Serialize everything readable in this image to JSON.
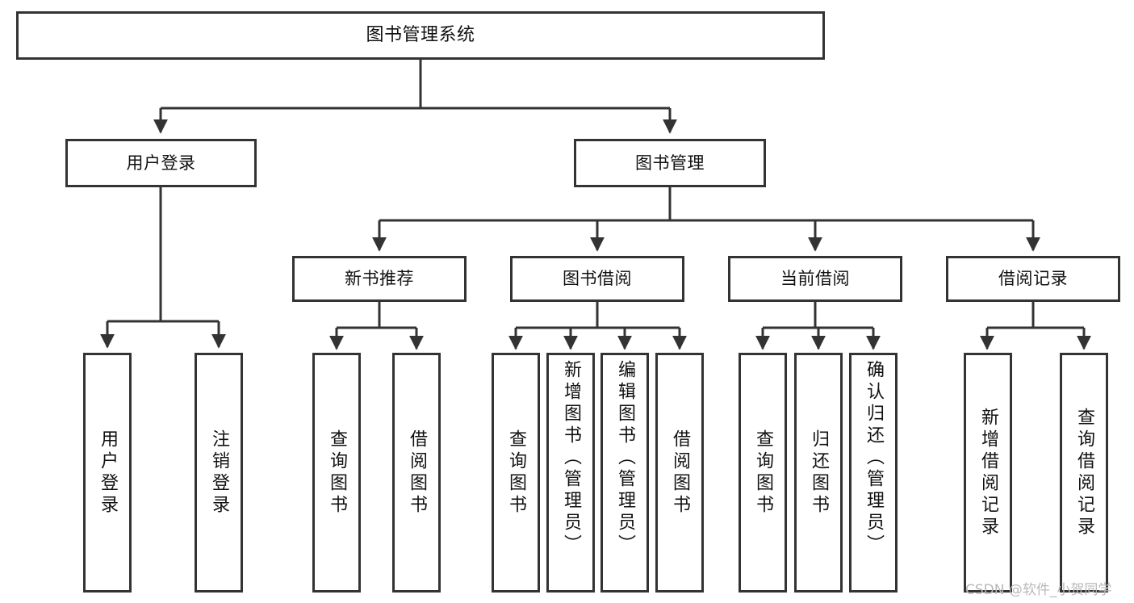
{
  "diagram": {
    "title": "图书管理系统",
    "type": "tree",
    "watermark": "CSDN @软件_小贺同学",
    "colors": {
      "border": "#333333",
      "edge": "#333333",
      "background": "#ffffff",
      "text": "#111111",
      "watermark": "#b9b9b9"
    },
    "nodes": {
      "root": {
        "label": "图书管理系统"
      },
      "level2": [
        {
          "label": "用户登录"
        },
        {
          "label": "图书管理"
        }
      ],
      "level3": [
        {
          "label": "新书推荐"
        },
        {
          "label": "图书借阅"
        },
        {
          "label": "当前借阅"
        },
        {
          "label": "借阅记录"
        }
      ],
      "leaves": {
        "user_login": [
          {
            "label": "用户登录"
          },
          {
            "label": "注销登录"
          }
        ],
        "new_book": [
          {
            "label": "查询图书"
          },
          {
            "label": "借阅图书"
          }
        ],
        "book_borrow": [
          {
            "label": "查询图书"
          },
          {
            "label": "新增图书（管理员）"
          },
          {
            "label": "编辑图书（管理员）"
          },
          {
            "label": "借阅图书"
          }
        ],
        "current_borrow": [
          {
            "label": "查询图书"
          },
          {
            "label": "归还图书"
          },
          {
            "label": "确认归还（管理员）"
          }
        ],
        "borrow_record": [
          {
            "label": "新增借阅记录"
          },
          {
            "label": "查询借阅记录"
          }
        ]
      }
    }
  }
}
